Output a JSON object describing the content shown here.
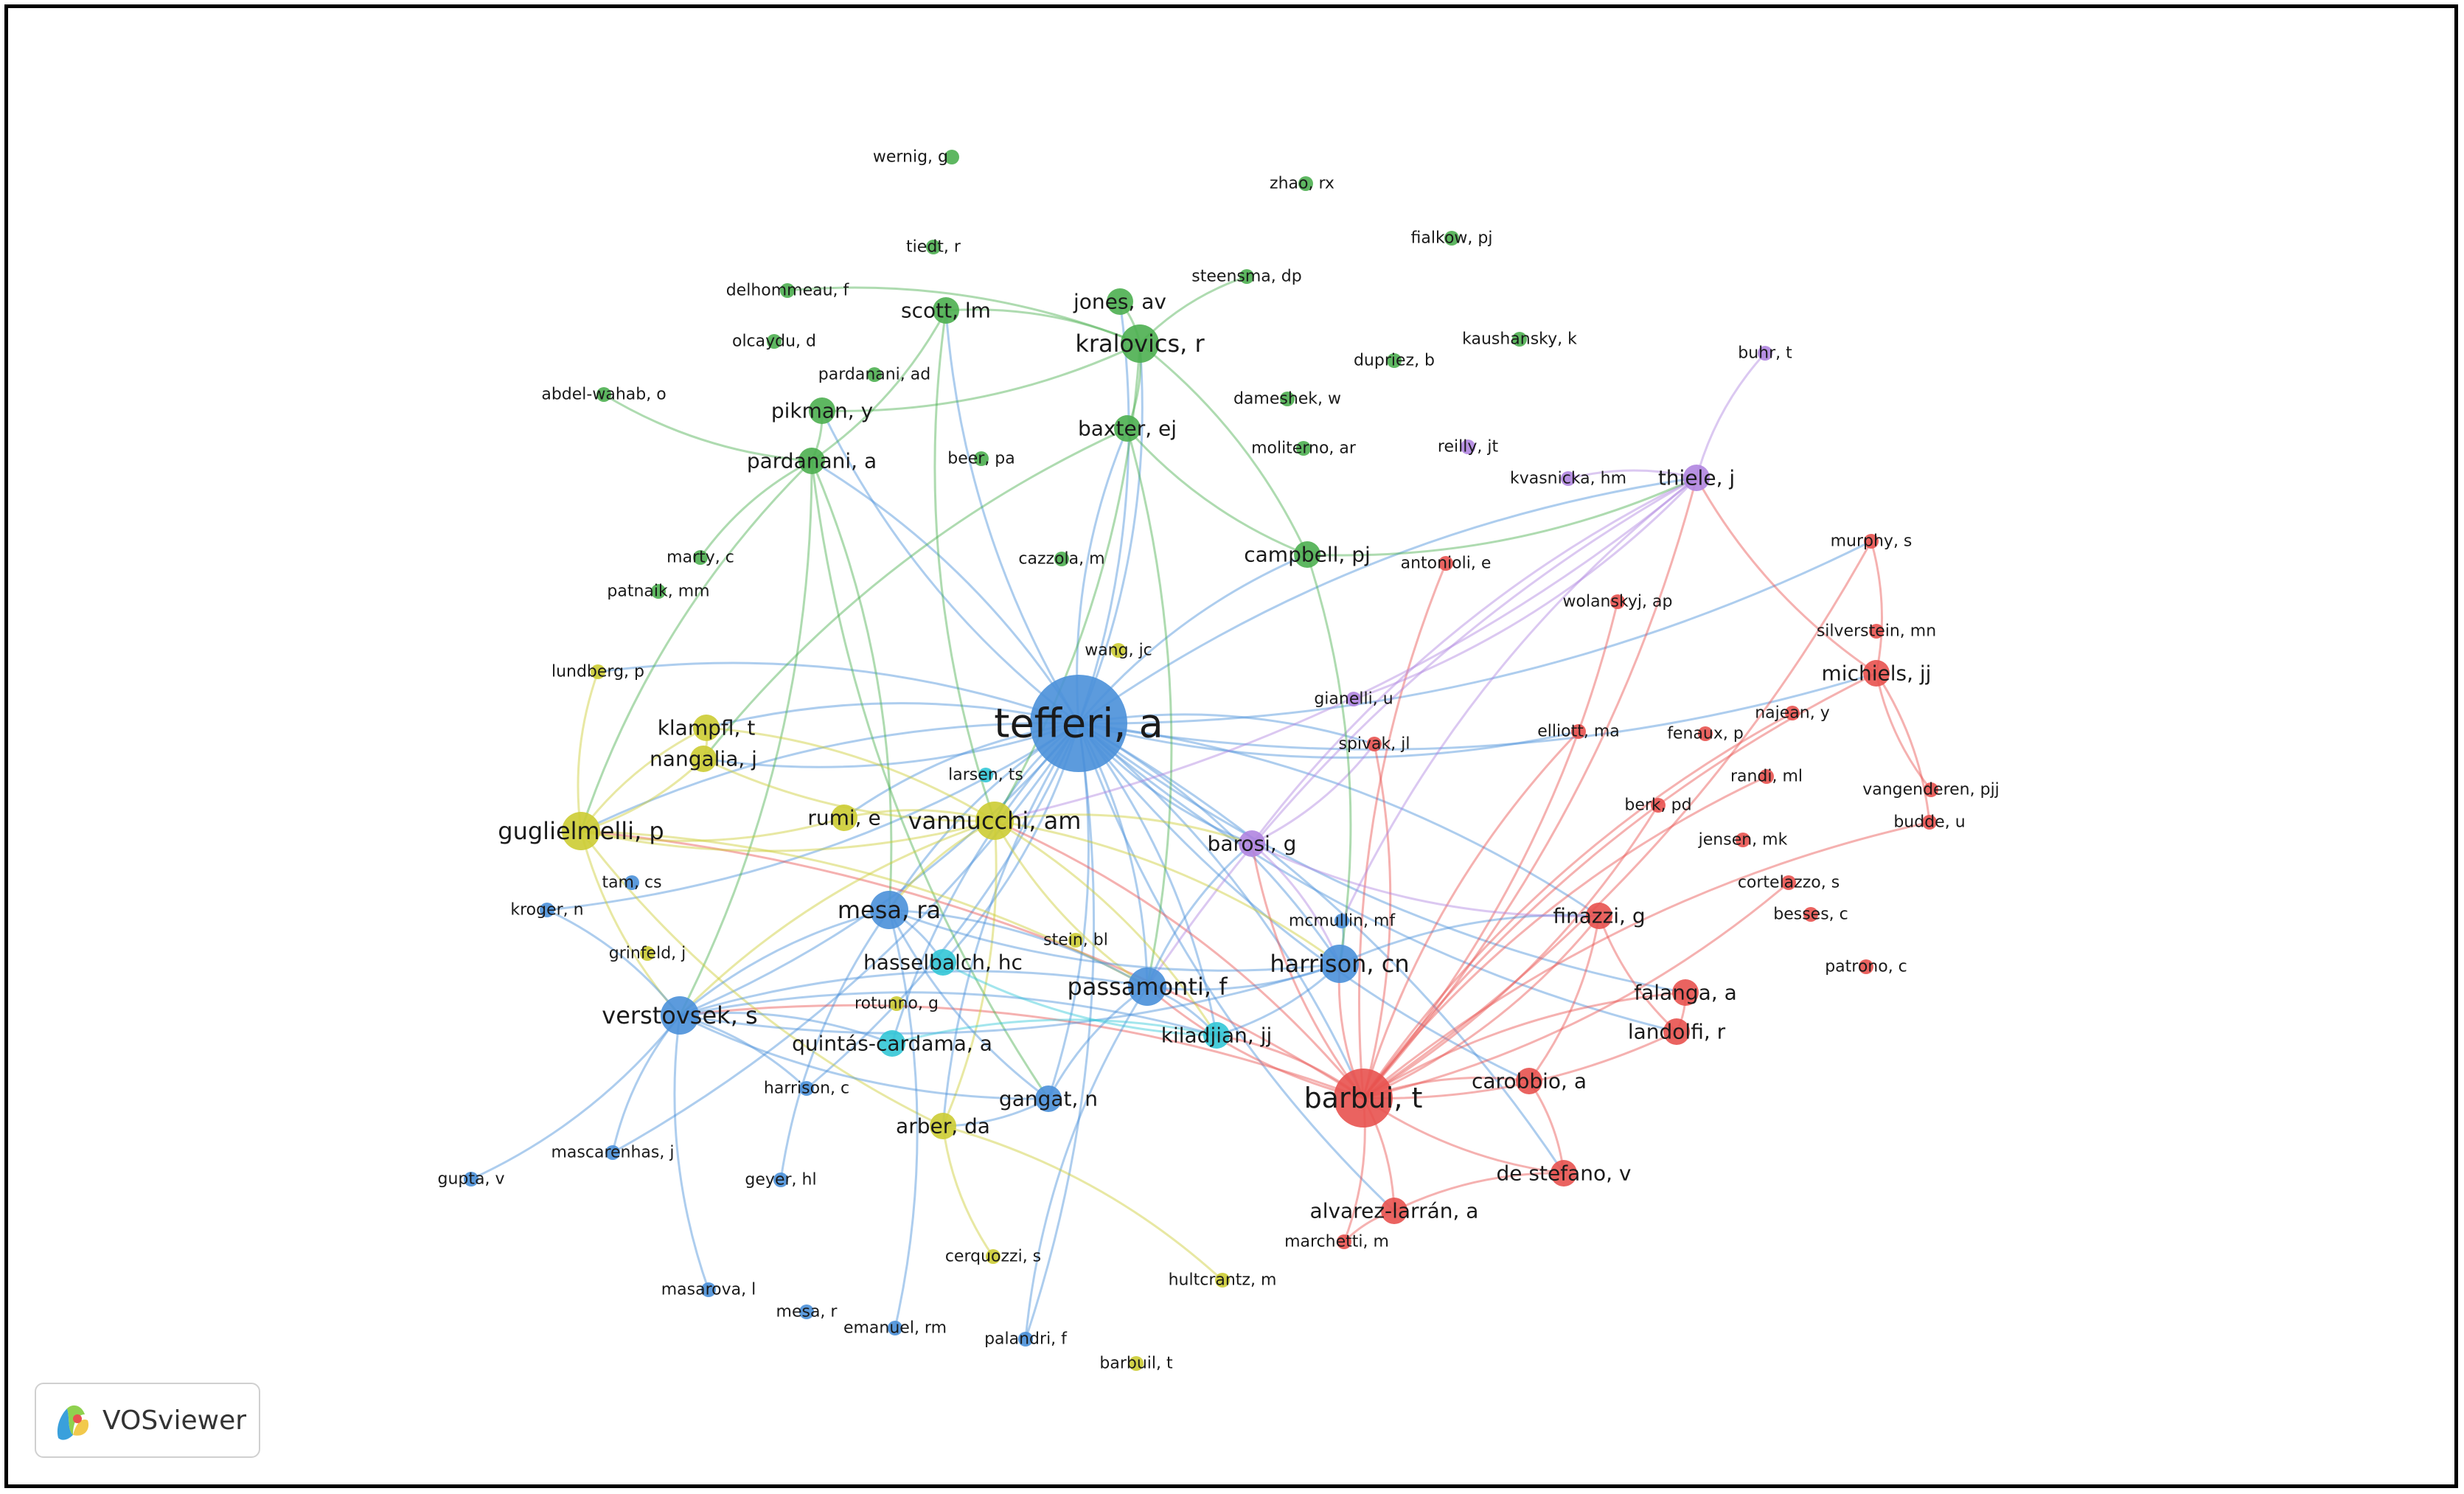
{
  "app": {
    "name": "VOSviewer"
  },
  "colors": {
    "1": "#e8524f",
    "2": "#4caf50",
    "3": "#4a90d9",
    "4": "#cccc33",
    "5": "#b085e0",
    "6": "#33c7d6"
  },
  "nodes": [
    {
      "id": "tefferi",
      "label": "tefferi, a",
      "c": 3,
      "s": 5
    },
    {
      "id": "barbui",
      "label": "barbui, t",
      "c": 1,
      "s": 4
    },
    {
      "id": "vannucchi",
      "label": "vannucchi, am",
      "c": 4,
      "s": 3
    },
    {
      "id": "passamonti",
      "label": "passamonti, f",
      "c": 3,
      "s": 3
    },
    {
      "id": "guglielmelli",
      "label": "guglielmelli, p",
      "c": 4,
      "s": 3
    },
    {
      "id": "verstovsek",
      "label": "verstovsek, s",
      "c": 3,
      "s": 3
    },
    {
      "id": "mesa_ra",
      "label": "mesa, ra",
      "c": 3,
      "s": 3
    },
    {
      "id": "harrison_cn",
      "label": "harrison, cn",
      "c": 3,
      "s": 3
    },
    {
      "id": "kralovics",
      "label": "kralovics, r",
      "c": 2,
      "s": 3
    },
    {
      "id": "baxter",
      "label": "baxter, ej",
      "c": 2,
      "s": 2
    },
    {
      "id": "pardanani_a",
      "label": "pardanani, a",
      "c": 2,
      "s": 2
    },
    {
      "id": "thiele",
      "label": "thiele, j",
      "c": 5,
      "s": 2
    },
    {
      "id": "barosi",
      "label": "barosi, g",
      "c": 5,
      "s": 2
    },
    {
      "id": "kiladjian",
      "label": "kiladjian, jj",
      "c": 6,
      "s": 2
    },
    {
      "id": "landolfi",
      "label": "landolfi, r",
      "c": 1,
      "s": 2
    },
    {
      "id": "finazzi",
      "label": "finazzi, g",
      "c": 1,
      "s": 2
    },
    {
      "id": "carobbio",
      "label": "carobbio, a",
      "c": 1,
      "s": 2
    },
    {
      "id": "alvarez",
      "label": "alvarez-larrán, a",
      "c": 1,
      "s": 2
    },
    {
      "id": "destefano",
      "label": "de stefano, v",
      "c": 1,
      "s": 2
    },
    {
      "id": "gangat",
      "label": "gangat, n",
      "c": 3,
      "s": 2
    },
    {
      "id": "arber",
      "label": "arber, da",
      "c": 4,
      "s": 2
    },
    {
      "id": "nangalia",
      "label": "nangalia, j",
      "c": 4,
      "s": 2
    },
    {
      "id": "klampfl",
      "label": "klampfl, t",
      "c": 4,
      "s": 2
    },
    {
      "id": "rumi",
      "label": "rumi, e",
      "c": 4,
      "s": 2
    },
    {
      "id": "campbell",
      "label": "campbell, pj",
      "c": 2,
      "s": 2
    },
    {
      "id": "jones",
      "label": "jones, av",
      "c": 2,
      "s": 2
    },
    {
      "id": "scott",
      "label": "scott, lm",
      "c": 2,
      "s": 2
    },
    {
      "id": "pikman",
      "label": "pikman, y",
      "c": 2,
      "s": 2
    },
    {
      "id": "michiels",
      "label": "michiels, jj",
      "c": 1,
      "s": 2
    },
    {
      "id": "murphy",
      "label": "murphy, s",
      "c": 1,
      "s": 1
    },
    {
      "id": "falanga",
      "label": "falanga, a",
      "c": 1,
      "s": 2
    },
    {
      "id": "cortelazzo",
      "label": "cortelazzo, s",
      "c": 1,
      "s": 1
    },
    {
      "id": "spivak",
      "label": "spivak, jl",
      "c": 1,
      "s": 1
    },
    {
      "id": "hasselbalch",
      "label": "hasselbalch, hc",
      "c": 6,
      "s": 2
    },
    {
      "id": "quintas",
      "label": "quintás-cardama, a",
      "c": 6,
      "s": 2
    },
    {
      "id": "mcmullin",
      "label": "mcmullin, mf",
      "c": 3,
      "s": 1
    },
    {
      "id": "harrison_c",
      "label": "harrison, c",
      "c": 3,
      "s": 1
    },
    {
      "id": "mascarenhas",
      "label": "mascarenhas, j",
      "c": 3,
      "s": 1
    },
    {
      "id": "kroger",
      "label": "kroger, n",
      "c": 3,
      "s": 1
    },
    {
      "id": "tam",
      "label": "tam, cs",
      "c": 3,
      "s": 1
    },
    {
      "id": "grinfeld",
      "label": "grinfeld, j",
      "c": 4,
      "s": 1
    },
    {
      "id": "rotunno",
      "label": "rotunno, g",
      "c": 4,
      "s": 1
    },
    {
      "id": "stein",
      "label": "stein, bl",
      "c": 4,
      "s": 1
    },
    {
      "id": "larsen",
      "label": "larsen, ts",
      "c": 6,
      "s": 1
    },
    {
      "id": "lundberg",
      "label": "lundberg, p",
      "c": 4,
      "s": 1
    },
    {
      "id": "wernig",
      "label": "wernig, g",
      "c": 2,
      "s": 1
    },
    {
      "id": "zhao",
      "label": "zhao, rx",
      "c": 2,
      "s": 1
    },
    {
      "id": "tiedt",
      "label": "tiedt, r",
      "c": 2,
      "s": 1
    },
    {
      "id": "fialkow",
      "label": "fialkow, pj",
      "c": 2,
      "s": 1
    },
    {
      "id": "delhommeau",
      "label": "delhommeau, f",
      "c": 2,
      "s": 1
    },
    {
      "id": "steensma",
      "label": "steensma, dp",
      "c": 2,
      "s": 1
    },
    {
      "id": "olcaydu",
      "label": "olcaydu, d",
      "c": 2,
      "s": 1
    },
    {
      "id": "kaushansky",
      "label": "kaushansky, k",
      "c": 2,
      "s": 1
    },
    {
      "id": "dupriez",
      "label": "dupriez, b",
      "c": 2,
      "s": 1
    },
    {
      "id": "pardanani_ad",
      "label": "pardanani, ad",
      "c": 2,
      "s": 1
    },
    {
      "id": "abdel",
      "label": "abdel-wahab, o",
      "c": 2,
      "s": 1
    },
    {
      "id": "dameshek",
      "label": "dameshek, w",
      "c": 2,
      "s": 1
    },
    {
      "id": "buhr",
      "label": "buhr, t",
      "c": 5,
      "s": 1
    },
    {
      "id": "reilly",
      "label": "reilly, jt",
      "c": 5,
      "s": 1
    },
    {
      "id": "moliterno",
      "label": "moliterno, ar",
      "c": 2,
      "s": 1
    },
    {
      "id": "beer",
      "label": "beer, pa",
      "c": 2,
      "s": 1
    },
    {
      "id": "kvasnicka",
      "label": "kvasnicka, hm",
      "c": 5,
      "s": 1
    },
    {
      "id": "marty",
      "label": "marty, c",
      "c": 2,
      "s": 1
    },
    {
      "id": "cazzola",
      "label": "cazzola, m",
      "c": 2,
      "s": 1
    },
    {
      "id": "antonioli",
      "label": "antonioli, e",
      "c": 1,
      "s": 1
    },
    {
      "id": "patnaik",
      "label": "patnaik, mm",
      "c": 2,
      "s": 1
    },
    {
      "id": "wolanskyj",
      "label": "wolanskyj, ap",
      "c": 1,
      "s": 1
    },
    {
      "id": "silverstein",
      "label": "silverstein, mn",
      "c": 1,
      "s": 1
    },
    {
      "id": "wang",
      "label": "wang, jc",
      "c": 4,
      "s": 1
    },
    {
      "id": "gianelli",
      "label": "gianelli, u",
      "c": 5,
      "s": 1
    },
    {
      "id": "najean",
      "label": "najean, y",
      "c": 1,
      "s": 1
    },
    {
      "id": "elliott",
      "label": "elliott, ma",
      "c": 1,
      "s": 1
    },
    {
      "id": "fenaux",
      "label": "fenaux, p",
      "c": 1,
      "s": 1
    },
    {
      "id": "randi",
      "label": "randi, ml",
      "c": 1,
      "s": 1
    },
    {
      "id": "berk",
      "label": "berk, pd",
      "c": 1,
      "s": 1
    },
    {
      "id": "jensen",
      "label": "jensen, mk",
      "c": 1,
      "s": 1
    },
    {
      "id": "vangenderen",
      "label": "vangenderen, pjj",
      "c": 1,
      "s": 1
    },
    {
      "id": "budde",
      "label": "budde, u",
      "c": 1,
      "s": 1
    },
    {
      "id": "besses",
      "label": "besses, c",
      "c": 1,
      "s": 1
    },
    {
      "id": "patrono",
      "label": "patrono, c",
      "c": 1,
      "s": 1
    },
    {
      "id": "marchetti",
      "label": "marchetti, m",
      "c": 1,
      "s": 1
    },
    {
      "id": "hultcrantz",
      "label": "hultcrantz, m",
      "c": 4,
      "s": 1
    },
    {
      "id": "gupta",
      "label": "gupta, v",
      "c": 3,
      "s": 1
    },
    {
      "id": "geyer",
      "label": "geyer, hl",
      "c": 3,
      "s": 1
    },
    {
      "id": "masarova",
      "label": "masarova, l",
      "c": 3,
      "s": 1
    },
    {
      "id": "mesa_r",
      "label": "mesa, r",
      "c": 3,
      "s": 1
    },
    {
      "id": "emanuel",
      "label": "emanuel, rm",
      "c": 3,
      "s": 1
    },
    {
      "id": "cerquozzi",
      "label": "cerquozzi, s",
      "c": 4,
      "s": 1
    },
    {
      "id": "palandri",
      "label": "palandri, f",
      "c": 3,
      "s": 1
    },
    {
      "id": "barbui_l",
      "label": "barbuil, t",
      "c": 4,
      "s": 1
    }
  ],
  "edges": [
    [
      "tefferi",
      "barbui"
    ],
    [
      "tefferi",
      "vannucchi"
    ],
    [
      "tefferi",
      "passamonti"
    ],
    [
      "tefferi",
      "guglielmelli"
    ],
    [
      "tefferi",
      "verstovsek"
    ],
    [
      "tefferi",
      "mesa_ra"
    ],
    [
      "tefferi",
      "harrison_cn"
    ],
    [
      "tefferi",
      "kralovics"
    ],
    [
      "tefferi",
      "baxter"
    ],
    [
      "tefferi",
      "pardanani_a"
    ],
    [
      "tefferi",
      "thiele"
    ],
    [
      "tefferi",
      "barosi"
    ],
    [
      "tefferi",
      "kiladjian"
    ],
    [
      "tefferi",
      "landolfi"
    ],
    [
      "tefferi",
      "finazzi"
    ],
    [
      "tefferi",
      "carobbio"
    ],
    [
      "tefferi",
      "gangat"
    ],
    [
      "tefferi",
      "arber"
    ],
    [
      "tefferi",
      "nangalia"
    ],
    [
      "tefferi",
      "klampfl"
    ],
    [
      "tefferi",
      "campbell"
    ],
    [
      "tefferi",
      "jones"
    ],
    [
      "tefferi",
      "scott"
    ],
    [
      "tefferi",
      "michiels"
    ],
    [
      "tefferi",
      "hasselbalch"
    ],
    [
      "tefferi",
      "quintas"
    ],
    [
      "tefferi",
      "mascarenhas"
    ],
    [
      "tefferi",
      "alvarez"
    ],
    [
      "tefferi",
      "spivak"
    ],
    [
      "tefferi",
      "murphy"
    ],
    [
      "tefferi",
      "pikman"
    ],
    [
      "tefferi",
      "lundberg"
    ],
    [
      "tefferi",
      "harrison_c"
    ],
    [
      "tefferi",
      "rumi"
    ],
    [
      "tefferi",
      "destefano"
    ],
    [
      "tefferi",
      "falanga"
    ],
    [
      "tefferi",
      "kroger"
    ],
    [
      "tefferi",
      "elliott"
    ],
    [
      "tefferi",
      "palandri"
    ],
    [
      "barbui",
      "finazzi"
    ],
    [
      "barbui",
      "carobbio"
    ],
    [
      "barbui",
      "landolfi"
    ],
    [
      "barbui",
      "alvarez"
    ],
    [
      "barbui",
      "destefano"
    ],
    [
      "barbui",
      "falanga"
    ],
    [
      "barbui",
      "cortelazzo"
    ],
    [
      "barbui",
      "passamonti"
    ],
    [
      "barbui",
      "vannucchi"
    ],
    [
      "barbui",
      "michiels"
    ],
    [
      "barbui",
      "murphy"
    ],
    [
      "barbui",
      "randi"
    ],
    [
      "barbui",
      "berk"
    ],
    [
      "barbui",
      "elliott"
    ],
    [
      "barbui",
      "spivak"
    ],
    [
      "barbui",
      "antonioli"
    ],
    [
      "barbui",
      "wolanskyj"
    ],
    [
      "barbui",
      "harrison_cn"
    ],
    [
      "barbui",
      "kiladjian"
    ],
    [
      "barbui",
      "barosi"
    ],
    [
      "barbui",
      "thiele"
    ],
    [
      "barbui",
      "marchetti"
    ],
    [
      "barbui",
      "guglielmelli"
    ],
    [
      "barbui",
      "najean"
    ],
    [
      "barbui",
      "verstovsek"
    ],
    [
      "barbui",
      "budde"
    ],
    [
      "michiels",
      "vangenderen"
    ],
    [
      "michiels",
      "budde"
    ],
    [
      "michiels",
      "murphy"
    ],
    [
      "michiels",
      "thiele"
    ],
    [
      "thiele",
      "kvasnicka"
    ],
    [
      "thiele",
      "buhr"
    ],
    [
      "thiele",
      "barosi"
    ],
    [
      "thiele",
      "vannucchi"
    ],
    [
      "thiele",
      "passamonti"
    ],
    [
      "thiele",
      "gianelli"
    ],
    [
      "thiele",
      "mcmullin"
    ],
    [
      "pardanani_a",
      "verstovsek"
    ],
    [
      "pardanani_a",
      "guglielmelli"
    ],
    [
      "pardanani_a",
      "abdel"
    ],
    [
      "pardanani_a",
      "pikman"
    ],
    [
      "pardanani_a",
      "mesa_ra"
    ],
    [
      "pardanani_a",
      "gangat"
    ],
    [
      "kralovics",
      "baxter"
    ],
    [
      "kralovics",
      "jones"
    ],
    [
      "kralovics",
      "campbell"
    ],
    [
      "kralovics",
      "scott"
    ],
    [
      "kralovics",
      "vannucchi"
    ],
    [
      "kralovics",
      "delhommeau"
    ],
    [
      "kralovics",
      "pikman"
    ],
    [
      "baxter",
      "campbell"
    ],
    [
      "baxter",
      "passamonti"
    ],
    [
      "baxter",
      "nangalia"
    ],
    [
      "scott",
      "pardanani_a"
    ],
    [
      "scott",
      "vannucchi"
    ],
    [
      "vannucchi",
      "guglielmelli"
    ],
    [
      "vannucchi",
      "passamonti"
    ],
    [
      "vannucchi",
      "barosi"
    ],
    [
      "vannucchi",
      "mesa_ra"
    ],
    [
      "vannucchi",
      "harrison_cn"
    ],
    [
      "vannucchi",
      "verstovsek"
    ],
    [
      "vannucchi",
      "kiladjian"
    ],
    [
      "vannucchi",
      "rumi"
    ],
    [
      "vannucchi",
      "nangalia"
    ],
    [
      "vannucchi",
      "klampfl"
    ],
    [
      "vannucchi",
      "arber"
    ],
    [
      "guglielmelli",
      "nangalia"
    ],
    [
      "guglielmelli",
      "klampfl"
    ],
    [
      "guglielmelli",
      "rumi"
    ],
    [
      "guglielmelli",
      "lundberg"
    ],
    [
      "guglielmelli",
      "arber"
    ],
    [
      "guglielmelli",
      "passamonti"
    ],
    [
      "guglielmelli",
      "verstovsek"
    ],
    [
      "verstovsek",
      "mesa_ra"
    ],
    [
      "verstovsek",
      "harrison_cn"
    ],
    [
      "verstovsek",
      "kiladjian"
    ],
    [
      "verstovsek",
      "mascarenhas"
    ],
    [
      "verstovsek",
      "gupta"
    ],
    [
      "verstovsek",
      "kroger"
    ],
    [
      "verstovsek",
      "quintas"
    ],
    [
      "verstovsek",
      "gangat"
    ],
    [
      "verstovsek",
      "harrison_c"
    ],
    [
      "verstovsek",
      "masarova"
    ],
    [
      "verstovsek",
      "passamonti"
    ],
    [
      "mesa_ra",
      "harrison_cn"
    ],
    [
      "mesa_ra",
      "passamonti"
    ],
    [
      "mesa_ra",
      "gangat"
    ],
    [
      "mesa_ra",
      "hasselbalch"
    ],
    [
      "mesa_ra",
      "geyer"
    ],
    [
      "mesa_ra",
      "emanuel"
    ],
    [
      "passamonti",
      "harrison_cn"
    ],
    [
      "passamonti",
      "kiladjian"
    ],
    [
      "passamonti",
      "gangat"
    ],
    [
      "passamonti",
      "barosi"
    ],
    [
      "passamonti",
      "palandri"
    ],
    [
      "harrison_cn",
      "kiladjian"
    ],
    [
      "harrison_cn",
      "mcmullin"
    ],
    [
      "harrison_cn",
      "finazzi"
    ],
    [
      "barosi",
      "finazzi"
    ],
    [
      "barosi",
      "harrison_cn"
    ],
    [
      "barosi",
      "spivak"
    ],
    [
      "kiladjian",
      "hasselbalch"
    ],
    [
      "kiladjian",
      "quintas"
    ],
    [
      "gangat",
      "arber"
    ],
    [
      "arber",
      "cerquozzi"
    ],
    [
      "arber",
      "hultcrantz"
    ],
    [
      "campbell",
      "thiele"
    ],
    [
      "campbell",
      "harrison_cn"
    ],
    [
      "finazzi",
      "landolfi"
    ],
    [
      "finazzi",
      "carobbio"
    ],
    [
      "landolfi",
      "falanga"
    ],
    [
      "alvarez",
      "destefano"
    ],
    [
      "alvarez",
      "marchetti"
    ],
    [
      "carobbio",
      "destefano"
    ],
    [
      "nangalia",
      "klampfl"
    ],
    [
      "kralovics",
      "steensma"
    ],
    [
      "pardanani_a",
      "marty"
    ]
  ]
}
